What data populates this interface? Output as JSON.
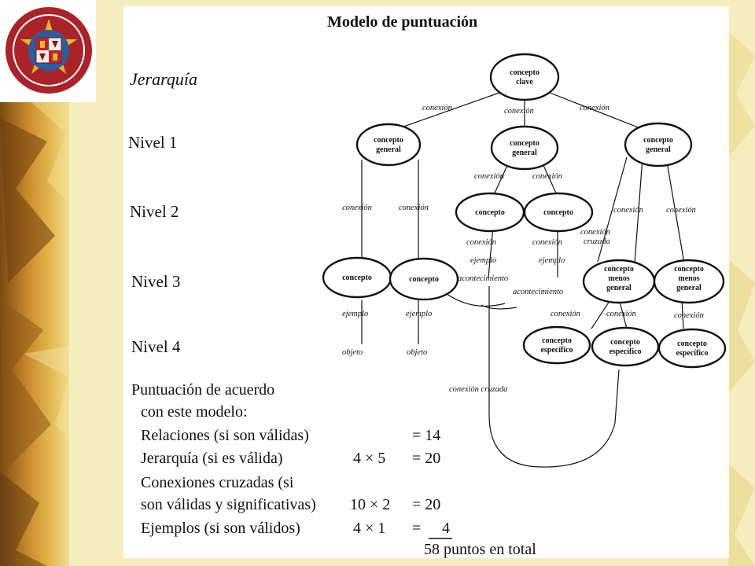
{
  "title": "Modelo de puntuación",
  "levels": {
    "hierarchy": "Jerarquía",
    "l1": "Nivel 1",
    "l2": "Nivel 2",
    "l3": "Nivel 3",
    "l4": "Nivel 4"
  },
  "nodes": {
    "key": [
      "concepto",
      "clave"
    ],
    "general_a": [
      "concepto",
      "general"
    ],
    "general_b": [
      "concepto",
      "general"
    ],
    "general_c": [
      "concepto",
      "general"
    ],
    "concept": "concepto",
    "less_general": [
      "concepto",
      "menos",
      "general"
    ],
    "specific": [
      "concepto",
      "específico"
    ]
  },
  "links": {
    "connection": "conexión",
    "cross": [
      "conexión",
      "cruzada"
    ],
    "cross_long": "conexión cruzada",
    "example": "ejemplo",
    "event": "acontecimiento",
    "object": "objeto"
  },
  "scoring": {
    "heading": "Puntuación de acuerdo",
    "heading2": "con este modelo:",
    "relations": "Relaciones (si son válidas)",
    "relations_value": "= 14",
    "hierarchy": "Jerarquía (si es válida)",
    "hierarchy_calc": "4 × 5",
    "hierarchy_value": "= 20",
    "cross_1": "Conexiones cruzadas (si",
    "cross_2": "son válidas y significativas)",
    "cross_calc": "10 × 2",
    "cross_value": "= 20",
    "examples": "Ejemplos (si son válidos)",
    "examples_calc": "4 × 1",
    "examples_value": "=",
    "examples_num": "4",
    "total": "58 puntos en total"
  },
  "colors": {
    "background": "#f6edbf",
    "page": "#ffffff",
    "ink": "#111111",
    "logo_red": "#a8242a",
    "logo_gold": "#e8b82a",
    "logo_blue": "#2f5c9a"
  },
  "icons": {
    "logo": "university-seal-icon"
  }
}
